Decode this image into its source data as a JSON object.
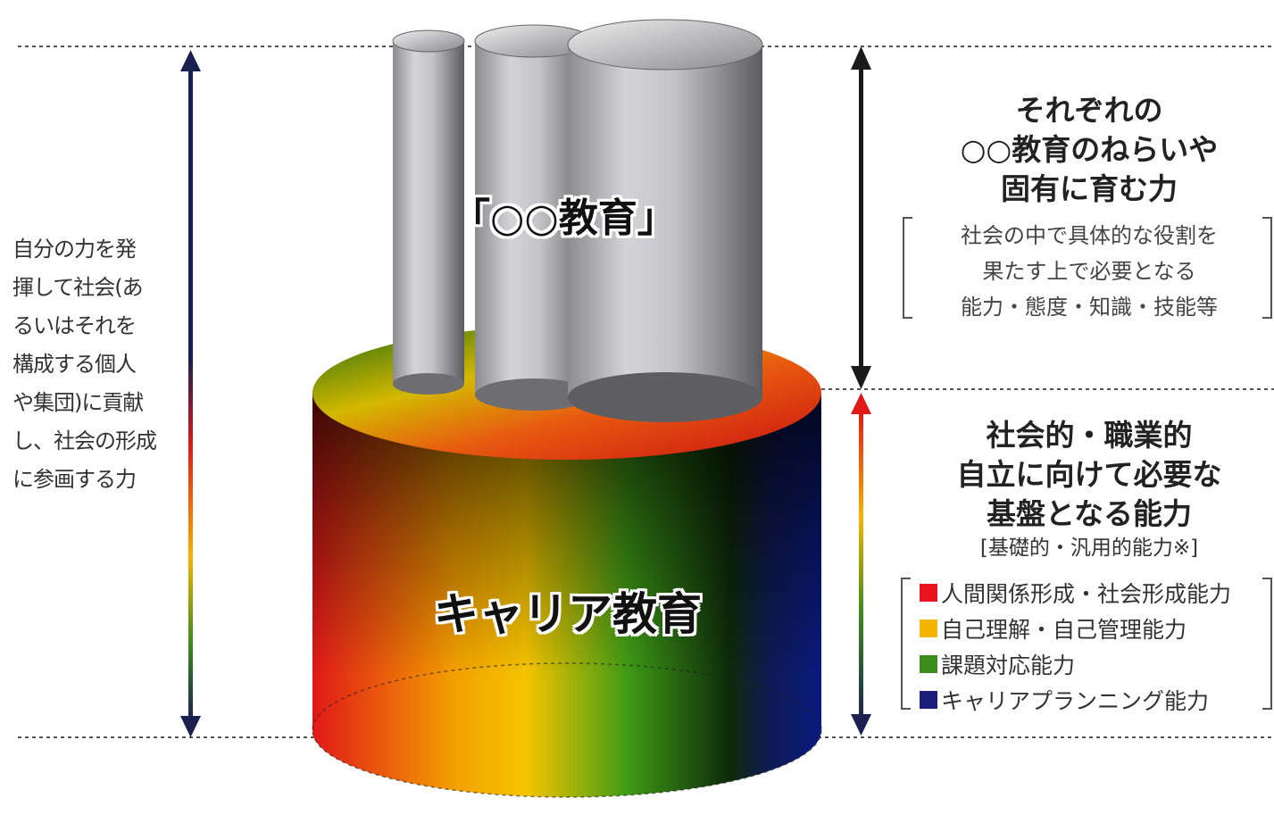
{
  "top_cylinder_label": "「○○教育」",
  "base_cylinder_label": "キャリア教育",
  "left_description": [
    "自分の力を発",
    "揮して社会(あ",
    "るいはそれを",
    "構成する個人",
    "や集団)に貢献",
    "し、社会の形成",
    "に参画する力"
  ],
  "upper_heading": [
    "それぞれの",
    "○○教育のねらいや",
    "固有に育む力"
  ],
  "upper_description": [
    "社会の中で具体的な役割を",
    "果たす上で必要となる",
    "能力・態度・知識・技能等"
  ],
  "lower_heading": [
    "社会的・職業的",
    "自立に向けて必要な",
    "基盤となる能力"
  ],
  "lower_subheading": "[基礎的・汎用的能力※]",
  "legend": [
    {
      "label": "人間関係形成・社会形成能力",
      "color": "#e8141e"
    },
    {
      "label": "自己理解・自己管理能力",
      "color": "#f4b400"
    },
    {
      "label": "課題対応能力",
      "color": "#3d8c1e"
    },
    {
      "label": "キャリアプランニング能力",
      "color": "#1b1f7a"
    }
  ]
}
